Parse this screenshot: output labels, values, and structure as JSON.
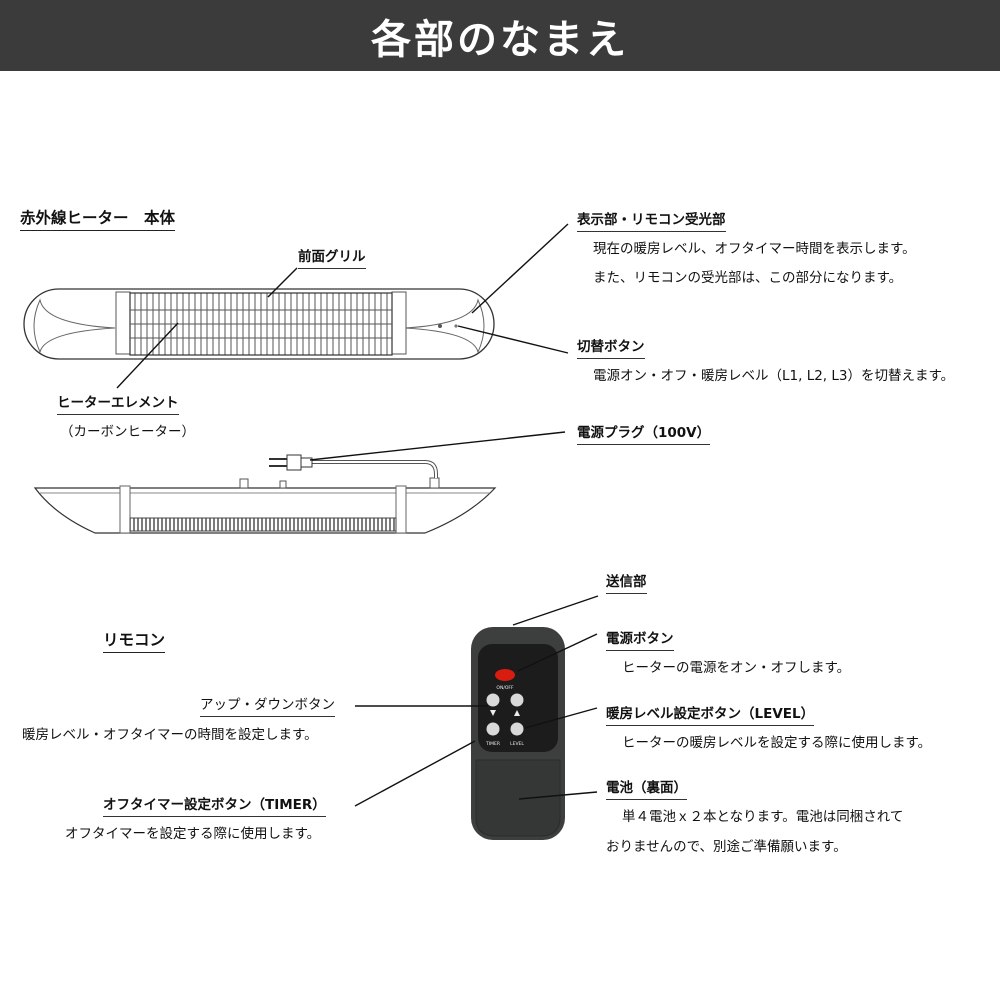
{
  "header": {
    "title": "各部のなまえ"
  },
  "heater_section": {
    "title": "赤外線ヒーター　本体",
    "labels": {
      "front_grill": "前面グリル",
      "display": "表示部・リモコン受光部",
      "display_desc1": "現在の暖房レベル、オフタイマー時間を表示します。",
      "display_desc2": "また、リモコンの受光部は、この部分になります。",
      "switch": "切替ボタン",
      "switch_desc": "電源オン・オフ・暖房レベル（L1, L2, L3）を切替えます。",
      "element": "ヒーターエレメント",
      "element_sub": "（カーボンヒーター）",
      "plug": "電源プラグ（100V）"
    }
  },
  "remote_section": {
    "title": "リモコン",
    "labels": {
      "transmitter": "送信部",
      "power_button": "電源ボタン",
      "power_desc": "ヒーターの電源をオン・オフします。",
      "updown": "アップ・ダウンボタン",
      "updown_desc": "暖房レベル・オフタイマーの時間を設定します。",
      "level_button": "暖房レベル設定ボタン（LEVEL）",
      "level_desc": "ヒーターの暖房レベルを設定する際に使用します。",
      "timer_button": "オフタイマー設定ボタン（TIMER）",
      "timer_desc": "オフタイマーを設定する際に使用します。",
      "battery": "電池（裏面）",
      "battery_desc1": "単４電池ｘ２本となります。電池は同梱されて",
      "battery_desc2": "おりませんので、別途ご準備願います。"
    },
    "remote_text": {
      "onoff": "ON/OFF",
      "timer": "TIMER",
      "level": "LEVEL"
    }
  }
}
